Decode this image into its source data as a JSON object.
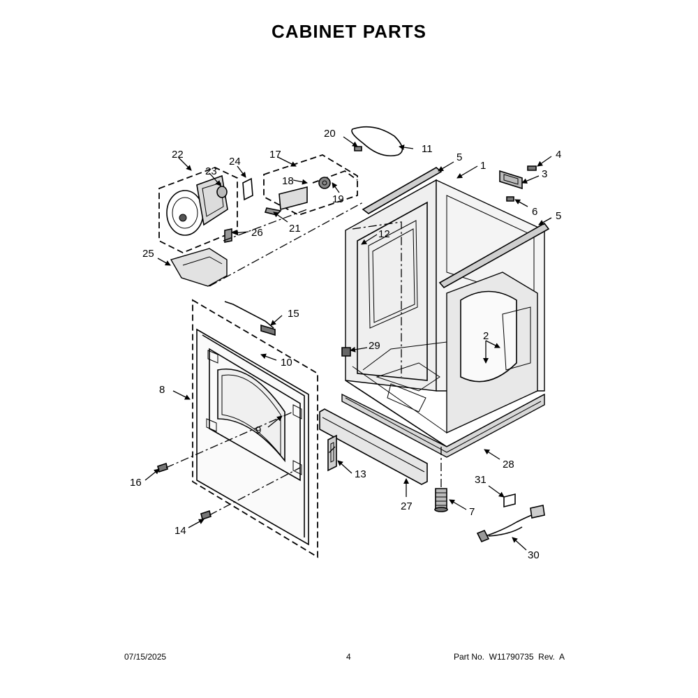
{
  "title": "CABINET PARTS",
  "callouts": [
    "1",
    "2",
    "3",
    "4",
    "5",
    "5",
    "6",
    "7",
    "8",
    "9",
    "10",
    "11",
    "12",
    "13",
    "14",
    "15",
    "16",
    "17",
    "18",
    "19",
    "20",
    "21",
    "22",
    "23",
    "24",
    "25",
    "26",
    "27",
    "28",
    "29",
    "30",
    "31"
  ],
  "footer": {
    "date": "07/15/2025",
    "page": "4",
    "part_no": "Part No.  W11790735  Rev.  A"
  }
}
